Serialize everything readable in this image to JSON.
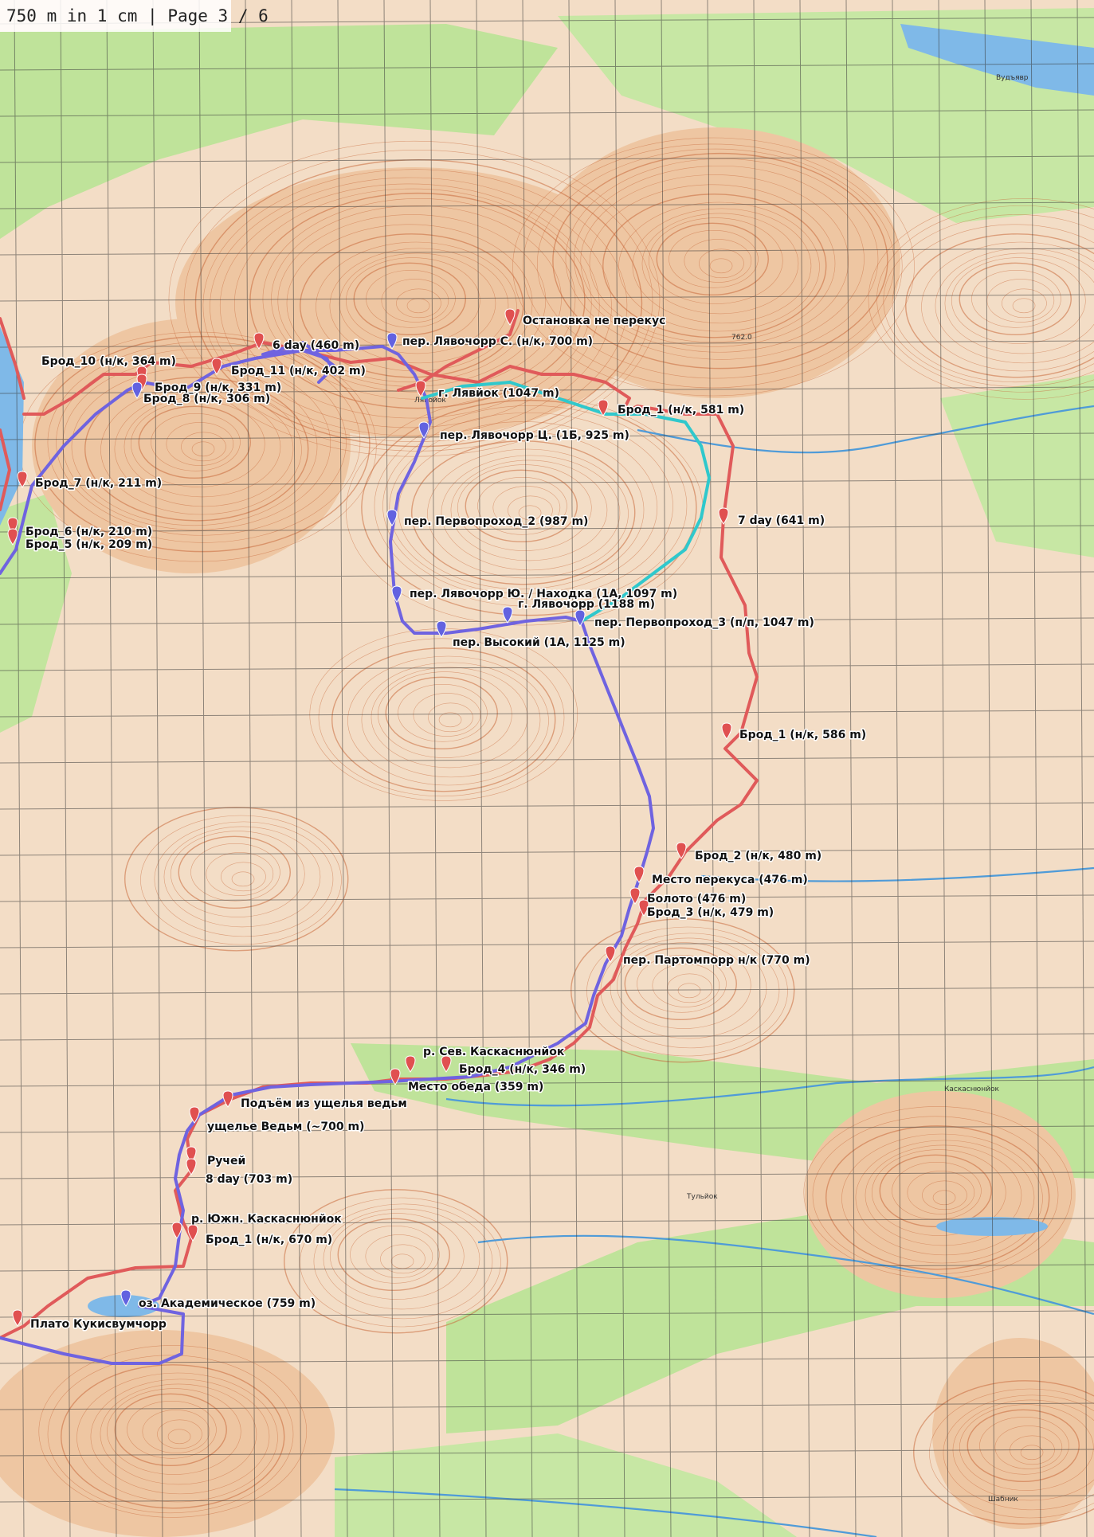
{
  "header": {
    "scale": "750 m in 1 cm",
    "separator": "|",
    "page_label": "Page 3 / 6"
  },
  "colors": {
    "contour": "#c96a3c",
    "hills": "#eec6a2",
    "forest": "#bfe39a",
    "water": "#7fb9e8",
    "grid": "#3a3a3a",
    "route_blue": "#6f63e0",
    "route_red": "#e05a5a",
    "route_cyan": "#30c8cc",
    "marker_red": "#e05050",
    "marker_blue": "#6262e0"
  },
  "map_labels": [
    "762.0",
    "Каскаснюнйок",
    "Тульйок",
    "Шабник",
    "Вудъявр",
    "Лявойок"
  ],
  "waypoints": [
    {
      "label": "Остановка не перекус",
      "marker": "red"
    },
    {
      "label": "пер. Лявочорр С. (н/к, 700 m)",
      "marker": "blue"
    },
    {
      "label": "6 day (460 m)",
      "marker": "red"
    },
    {
      "label": "Брод_11 (н/к, 402 m)",
      "marker": "red"
    },
    {
      "label": "Брод_10 (н/к, 364 m)",
      "marker": "red"
    },
    {
      "label": "Брод_9 (н/к, 331 m)",
      "marker": "red"
    },
    {
      "label": "Брод_8 (н/к, 306 m)",
      "marker": "blue"
    },
    {
      "label": "г. Лявйок (1047 m)",
      "marker": "red"
    },
    {
      "label": "Брод_1 (н/к, 581 m)",
      "marker": "red"
    },
    {
      "label": "пер. Лявочорр Ц. (1Б, 925 m)",
      "marker": "blue"
    },
    {
      "label": "Брод_7 (н/к, 211 m)",
      "marker": "red"
    },
    {
      "label": "7 day (641 m)",
      "marker": "red"
    },
    {
      "label": "пер. Первопроход_2 (987 m)",
      "marker": "blue"
    },
    {
      "label": "Брод_6 (н/к, 210 m)",
      "marker": "red"
    },
    {
      "label": "Брод_5 (н/к, 209 m)",
      "marker": "red"
    },
    {
      "label": "пер. Лявочорр Ю. / Находка (1А, 1097 m)",
      "marker": "blue"
    },
    {
      "label": "г. Лявочорр (1188 m)",
      "marker": "blue"
    },
    {
      "label": "пер. Первопроход_3 (п/п, 1047 m)",
      "marker": "blue"
    },
    {
      "label": "пер. Высокий (1А, 1125 m)",
      "marker": "blue"
    },
    {
      "label": "Брод_1 (н/к, 586 m)",
      "marker": "red"
    },
    {
      "label": "Брод_2 (н/к, 480 m)",
      "marker": "red"
    },
    {
      "label": "Место перекуса (476 m)",
      "marker": "red"
    },
    {
      "label": "Болото (476 m)",
      "marker": "red"
    },
    {
      "label": "Брод_3 (н/к, 479 m)",
      "marker": "red"
    },
    {
      "label": "пер. Партомпорр н/к (770 m)",
      "marker": "red"
    },
    {
      "label": "р. Сев. Каскаснюнйок",
      "marker": "red"
    },
    {
      "label": "Брод_4 (н/к, 346 m)",
      "marker": "red"
    },
    {
      "label": "Место обеда (359 m)",
      "marker": "red"
    },
    {
      "label": "Подъём из ущелья ведьм",
      "marker": "red"
    },
    {
      "label": "ущелье Ведьм (~700 m)",
      "marker": "red"
    },
    {
      "label": "Ручей",
      "marker": "red"
    },
    {
      "label": "8 day (703 m)",
      "marker": "red"
    },
    {
      "label": "р. Южн. Каскаснюнйок",
      "marker": "red"
    },
    {
      "label": "Брод_1 (н/к, 670 m)",
      "marker": "red"
    },
    {
      "label": "оз. Академическое (759 m)",
      "marker": "blue"
    },
    {
      "label": "Плато Кукисвумчорр",
      "marker": "red"
    }
  ]
}
